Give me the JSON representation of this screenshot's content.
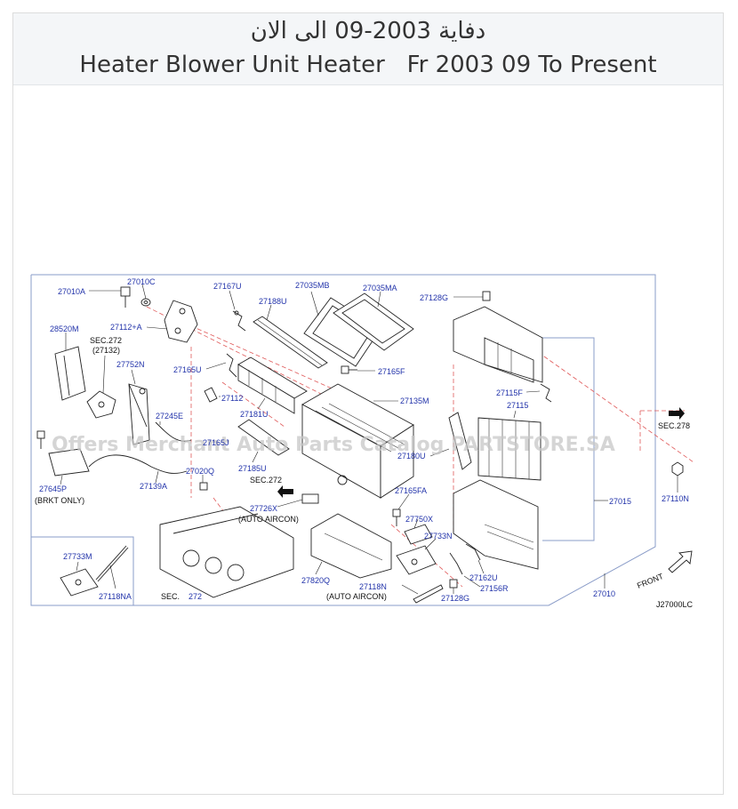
{
  "header": {
    "title_ar": "دفاية 2003-09 الى الان",
    "title_en": "Heater Blower Unit Heater   Fr 2003 09 To Present"
  },
  "watermark": "Offers Merchant Auto Parts Catalog PARTSTORE.SA",
  "diagram_code": "J27000LC",
  "front_label": "FRONT",
  "part_labels": {
    "p27010A": "27010A",
    "p27010C": "27010C",
    "p27167U": "27167U",
    "p27188U": "27188U",
    "p27035MB": "27035MB",
    "p27035MA": "27035MA",
    "p27128G_top": "27128G",
    "p28520M": "28520M",
    "p27112A": "27112+A",
    "p27752N": "27752N",
    "p27165U": "27165U",
    "p27165F": "27165F",
    "p27112": "27112",
    "p27135M": "27135M",
    "p27115F": "27115F",
    "p27115": "27115",
    "p27245E": "27245E",
    "p27181U": "27181U",
    "p27180U": "27180U",
    "p27645P": "27645P",
    "p27139A": "27139A",
    "p27020Q": "27020Q",
    "p27185U": "27185U",
    "p27165FA": "27165FA",
    "p27015": "27015",
    "p27110N": "27110N",
    "p27726X": "27726X",
    "p27750X": "27750X",
    "p27733N": "27733N",
    "p27733M": "27733M",
    "p27118NA": "27118NA",
    "p27820Q": "27820Q",
    "p27118N": "27118N",
    "p27162U": "27162U",
    "p27156R": "27156R",
    "p27128G_bot": "27128G",
    "p27010": "27010",
    "p27165J": "27165J"
  },
  "notes": {
    "sec272_a": "SEC.272",
    "sec272_a_sub": "(27132)",
    "sec272_b": "SEC.272",
    "sec278": "SEC.278",
    "sec_bottom": "SEC.",
    "sec_bottom_num": "272",
    "brkt_only": "(BRKT  ONLY)",
    "auto_aircon_1": "(AUTO  AIRCON)",
    "auto_aircon_2": "(AUTO  AIRCON)"
  }
}
